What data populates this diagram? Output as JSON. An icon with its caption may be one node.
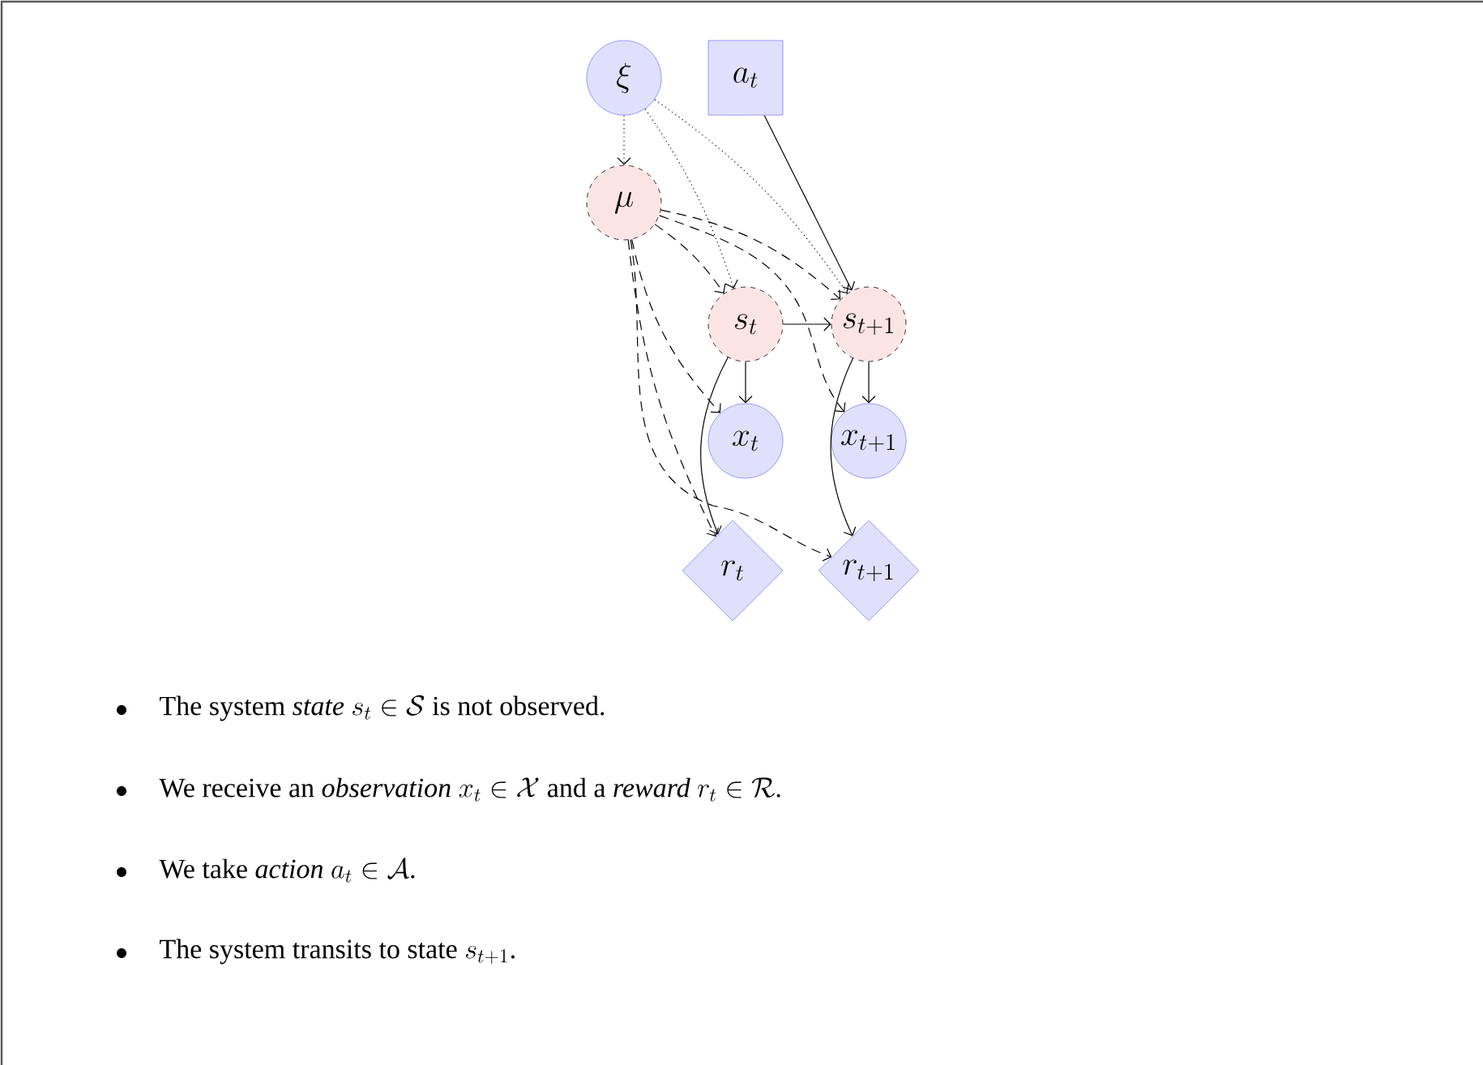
{
  "diagram": {
    "nodes": [
      {
        "text": [
          "\\xi"
        ]
      },
      {
        "text": [
          "a_t"
        ]
      },
      {
        "text": [
          "\\mu"
        ]
      },
      {
        "text": [
          "s_t"
        ]
      },
      {
        "text": [
          "s_{t+1}"
        ]
      },
      {
        "text": [
          "x_t"
        ]
      },
      {
        "text": [
          "x_{t+1}"
        ]
      },
      {
        "text": [
          "r_t"
        ]
      },
      {
        "text": [
          "r_{t+1}"
        ]
      }
    ],
    "edges": [
      {
        "from": 0,
        "to": 2,
        "arrow": "to",
        "style": "dashed"
      },
      {
        "from": 0,
        "to": 3,
        "arrow": "to",
        "style": "dashed"
      },
      {
        "from": 0,
        "to": 4,
        "arrow": "to",
        "style": "dashed"
      },
      {
        "from": 1,
        "to": 4,
        "arrow": "to"
      },
      {
        "from": 2,
        "to": 3,
        "arrow": "to",
        "style": "dashed"
      },
      {
        "from": 2,
        "to": 4,
        "arrow": "to",
        "style": "dashed"
      },
      {
        "from": 2,
        "to": 5,
        "arrow": "to",
        "style": "dashed"
      },
      {
        "from": 2,
        "to": 6,
        "arrow": "to",
        "style": "dashed"
      },
      {
        "from": 2,
        "to": 7,
        "arrow": "to",
        "style": "dashed"
      },
      {
        "from": 2,
        "to": 8,
        "arrow": "to",
        "style": "dashed"
      },
      {
        "from": 3,
        "to": 4,
        "arrow": "to"
      },
      {
        "from": 3,
        "to": 5,
        "arrow": "to"
      },
      {
        "from": 3,
        "to": 7,
        "arrow": "to"
      },
      {
        "from": 4,
        "to": 6,
        "arrow": "to"
      },
      {
        "from": 4,
        "to": 8,
        "arrow": "to"
      }
    ],
    "labels": [
      "\\text{The system }\\textit{state}\\ s_t \\in \\mathcal{S}\\text{ is not observed.}",
      "\\text{We receive an }\\textit{observation}\\ x_t \\in \\mathcal{X}\\text{ and a }\\textit{reward}\\ r_t \\in \\mathcal{R}\\text{.}",
      "\\text{We take }\\textit{action}\\ a_t \\in \\mathcal{A}\\text{.}",
      "\\text{The system transits to state }s_{t+1}\\text{.}"
    ]
  }
}
